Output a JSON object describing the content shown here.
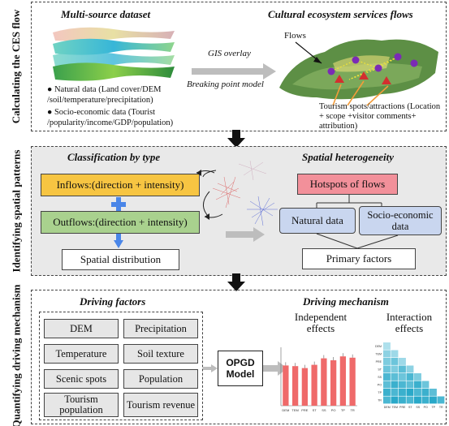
{
  "sections": [
    {
      "label": "Calculating the CES flow"
    },
    {
      "label": "Identifying spatial patterns"
    },
    {
      "label": "Quantifying driving mechanism"
    }
  ],
  "s1": {
    "dataset_title": "Multi-source dataset",
    "ces_title": "Cultural ecosystem services flows",
    "natural_data": "Natural data (Land cover/DEM /soil/temperature/precipitation)",
    "socio_data": "Socio-economic data (Tourist /popularity/income/GDP/population)",
    "gis_overlay": "GIS overlay",
    "breaking_point": "Breaking point model",
    "flows_label": "Flows",
    "tourism_spots": "Tourism spots/attractions (Location + scope +visitor comments+ attribution)"
  },
  "s2": {
    "classification_title": "Classification by type",
    "heterogeneity_title": "Spatial heterogeneity",
    "inflows": "Inflows:(direction + intensity)",
    "outflows": "Outflows:(direction + intensity)",
    "spatial_distribution": "Spatial distribution",
    "hotspots": "Hotspots of flows",
    "natural_data": "Natural data",
    "socio_data": "Socio-economic data",
    "primary_factors": "Primary factors"
  },
  "s3": {
    "driving_factors_title": "Driving factors",
    "driving_mechanism_title": "Driving mechanism",
    "factors": [
      "DEM",
      "Precipitation",
      "Temperature",
      "Soil texture",
      "Scenic spots",
      "Population",
      "Tourism population",
      "Tourism revenue"
    ],
    "model": "OPGD Model",
    "independent_effects": "Independent effects",
    "interaction_effects": "Interaction effects"
  },
  "colors": {
    "inflow_box": "#f7c542",
    "outflow_box": "#a9d18e",
    "hotspot_box": "#f2909a",
    "data_box": "#c9d6ef",
    "bar": "#ef6a6a",
    "heat_dark": "#2aa9c9",
    "heat_light": "#cfeef5",
    "arrow_blue": "#4a86e8",
    "arrow_grey": "#bdbdbd"
  },
  "chart_data": [
    {
      "type": "bar",
      "categories": [
        "DEM",
        "TEM",
        "PRE",
        "ST",
        "SS",
        "PO",
        "TP",
        "TR"
      ],
      "values": [
        0.62,
        0.61,
        0.58,
        0.63,
        0.73,
        0.7,
        0.76,
        0.74
      ],
      "ylim": [
        0,
        0.9
      ]
    },
    {
      "type": "heatmap",
      "categories": [
        "DEM",
        "TEM",
        "PRE",
        "ST",
        "SS",
        "PO",
        "TP",
        "TR"
      ],
      "intensity": [
        [
          0.2
        ],
        [
          0.4,
          0.3
        ],
        [
          0.5,
          0.6,
          0.3
        ],
        [
          0.6,
          0.5,
          0.7,
          0.4
        ],
        [
          0.8,
          0.7,
          0.6,
          0.8,
          0.5
        ],
        [
          0.7,
          0.9,
          0.8,
          0.7,
          0.9,
          0.6
        ],
        [
          0.9,
          0.8,
          0.9,
          1.0,
          0.8,
          0.9,
          0.7
        ],
        [
          0.8,
          1.0,
          0.9,
          0.8,
          1.0,
          0.9,
          1.0,
          0.8
        ]
      ]
    }
  ]
}
